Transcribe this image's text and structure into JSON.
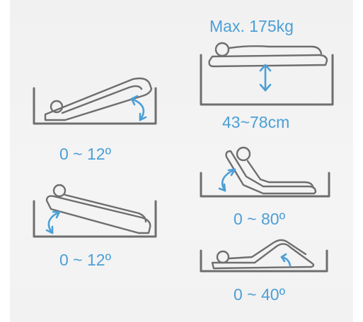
{
  "diagram": {
    "labels": {
      "max_load": "Max. 175kg",
      "height_range": "43~78cm",
      "trendelenburg": "0 ~ 12º",
      "reverse_trendelenburg": "0 ~ 12º",
      "back_rest": "0 ~ 80º",
      "leg_rest": "0 ~ 40º"
    },
    "colors": {
      "accent": "#4b9fd6",
      "outline": "#6e6e6e",
      "background": "#f2f2f2"
    }
  }
}
